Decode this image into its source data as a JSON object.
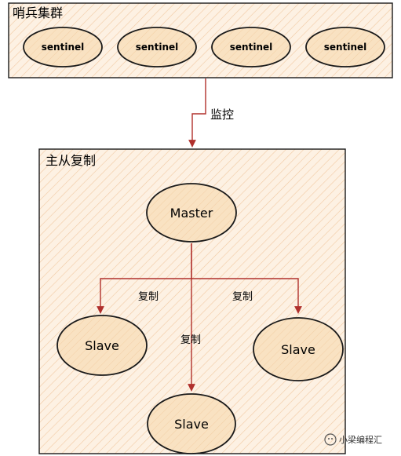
{
  "sentinel_cluster": {
    "title": "哨兵集群",
    "nodes": [
      "sentinel",
      "sentinel",
      "sentinel",
      "sentinel"
    ]
  },
  "monitor_label": "监控",
  "replication_group": {
    "title": "主从复制",
    "master": "Master",
    "slaves": [
      "Slave",
      "Slave",
      "Slave"
    ],
    "edge_labels": [
      "复制",
      "复制",
      "复制"
    ]
  },
  "watermark": "小梁编程汇",
  "colors": {
    "fill": "#fbe9d4",
    "node_fill": "#f9e2c2",
    "stroke": "#1a1a1a",
    "arrow": "#b0302c",
    "hatch": "#f2c9a2"
  }
}
